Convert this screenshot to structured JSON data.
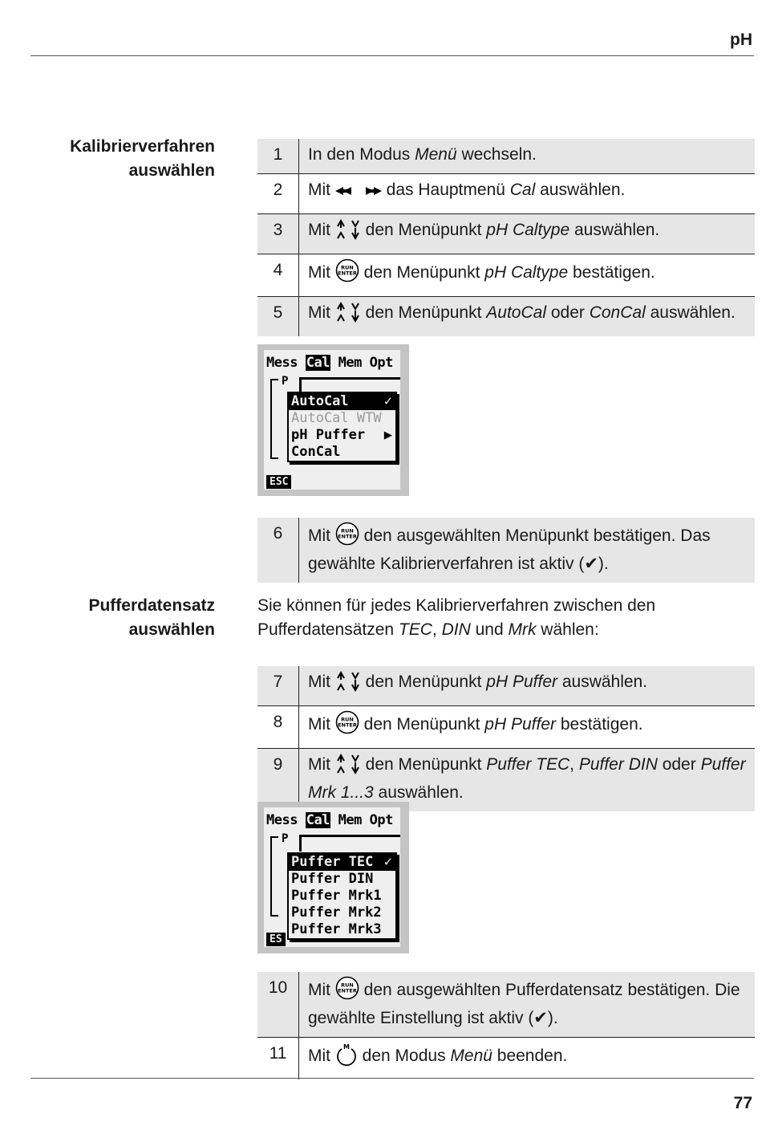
{
  "header": {
    "title": "pH"
  },
  "footer": {
    "page_number": "77"
  },
  "section1": {
    "heading": [
      "Kalibrierverfahren",
      "auswählen"
    ],
    "steps_a": [
      {
        "num": "1",
        "parts": [
          [
            "In den Modus ",
            ""
          ],
          [
            "Menü",
            "i"
          ],
          [
            " wechseln.",
            ""
          ]
        ]
      },
      {
        "num": "2",
        "parts": [
          [
            "Mit ",
            ""
          ],
          [
            "@lr",
            "ico"
          ],
          [
            " das Hauptmenü ",
            ""
          ],
          [
            "Cal",
            "i"
          ],
          [
            " auswählen.",
            ""
          ]
        ]
      },
      {
        "num": "3",
        "parts": [
          [
            "Mit ",
            ""
          ],
          [
            "@ud",
            "ico"
          ],
          [
            " den Menüpunkt ",
            ""
          ],
          [
            "pH Caltype",
            "i"
          ],
          [
            " auswählen.",
            ""
          ]
        ]
      },
      {
        "num": "4",
        "parts": [
          [
            "Mit ",
            ""
          ],
          [
            "@run",
            "ico"
          ],
          [
            " den Menüpunkt ",
            ""
          ],
          [
            "pH Caltype",
            "i"
          ],
          [
            " bestätigen.",
            ""
          ]
        ]
      },
      {
        "num": "5",
        "parts": [
          [
            "Mit ",
            ""
          ],
          [
            "@ud",
            "ico"
          ],
          [
            " den Menüpunkt ",
            ""
          ],
          [
            "AutoCal",
            "i"
          ],
          [
            " oder ",
            ""
          ],
          [
            "ConCal",
            "i"
          ],
          [
            " auswählen.",
            ""
          ]
        ]
      }
    ],
    "lcd": {
      "menu": [
        "Mess",
        "Cal",
        "Mem",
        "Opt"
      ],
      "back_p": "P",
      "esc": "ESC",
      "items": [
        {
          "label": "AutoCal",
          "mark": "✓",
          "state": "sel"
        },
        {
          "label": "AutoCal WTW",
          "mark": "",
          "state": "dim"
        },
        {
          "label": "pH Puffer",
          "mark": "▶",
          "state": ""
        },
        {
          "label": "ConCal",
          "mark": "",
          "state": ""
        }
      ]
    },
    "steps_b": [
      {
        "num": "6",
        "parts": [
          [
            "Mit ",
            ""
          ],
          [
            "@run",
            "ico"
          ],
          [
            " den ausgewählten Menüpunkt bestätigen. Das gewählte Kalibrierverfahren ist aktiv (✔).",
            ""
          ]
        ]
      }
    ]
  },
  "section2": {
    "heading": [
      "Pufferdatensatz",
      "auswählen"
    ],
    "intro_parts": [
      [
        "Sie können für jedes Kalibrierverfahren zwischen den Pufferdatensätzen ",
        ""
      ],
      [
        "TEC",
        "i"
      ],
      [
        ", ",
        ""
      ],
      [
        "DIN",
        "i"
      ],
      [
        " und ",
        ""
      ],
      [
        "Mrk",
        "i"
      ],
      [
        " wählen:",
        ""
      ]
    ],
    "steps_a": [
      {
        "num": "7",
        "parts": [
          [
            "Mit ",
            ""
          ],
          [
            "@ud",
            "ico"
          ],
          [
            " den Menüpunkt ",
            ""
          ],
          [
            "pH Puffer",
            "i"
          ],
          [
            " auswählen.",
            ""
          ]
        ]
      },
      {
        "num": "8",
        "parts": [
          [
            "Mit ",
            ""
          ],
          [
            "@run",
            "ico"
          ],
          [
            " den Menüpunkt ",
            ""
          ],
          [
            "pH Puffer",
            "i"
          ],
          [
            " bestätigen.",
            ""
          ]
        ]
      },
      {
        "num": "9",
        "parts": [
          [
            "Mit ",
            ""
          ],
          [
            "@ud",
            "ico"
          ],
          [
            " den Menüpunkt ",
            ""
          ],
          [
            "Puffer TEC",
            "i"
          ],
          [
            ", ",
            ""
          ],
          [
            "Puffer DIN",
            "i"
          ],
          [
            " oder ",
            ""
          ],
          [
            "Puffer Mrk 1...3",
            "i"
          ],
          [
            " auswählen.",
            ""
          ]
        ]
      }
    ],
    "lcd": {
      "menu": [
        "Mess",
        "Cal",
        "Mem",
        "Opt"
      ],
      "back_p": "P",
      "esc": "ES",
      "items": [
        {
          "label": "Puffer TEC",
          "mark": "✓",
          "state": "sel"
        },
        {
          "label": "Puffer DIN",
          "mark": "",
          "state": ""
        },
        {
          "label": "Puffer Mrk1",
          "mark": "",
          "state": ""
        },
        {
          "label": "Puffer Mrk2",
          "mark": "",
          "state": ""
        },
        {
          "label": "Puffer Mrk3",
          "mark": "",
          "state": ""
        }
      ]
    },
    "steps_b": [
      {
        "num": "10",
        "parts": [
          [
            "Mit ",
            ""
          ],
          [
            "@run",
            "ico"
          ],
          [
            " den ausgewählten Pufferdatensatz bestätigen. Die gewählte Einstellung ist aktiv (✔).",
            ""
          ]
        ]
      },
      {
        "num": "11",
        "parts": [
          [
            "Mit ",
            ""
          ],
          [
            "@m",
            "ico"
          ],
          [
            " den Modus ",
            ""
          ],
          [
            "Menü",
            "i"
          ],
          [
            " beenden.",
            ""
          ]
        ]
      }
    ]
  }
}
